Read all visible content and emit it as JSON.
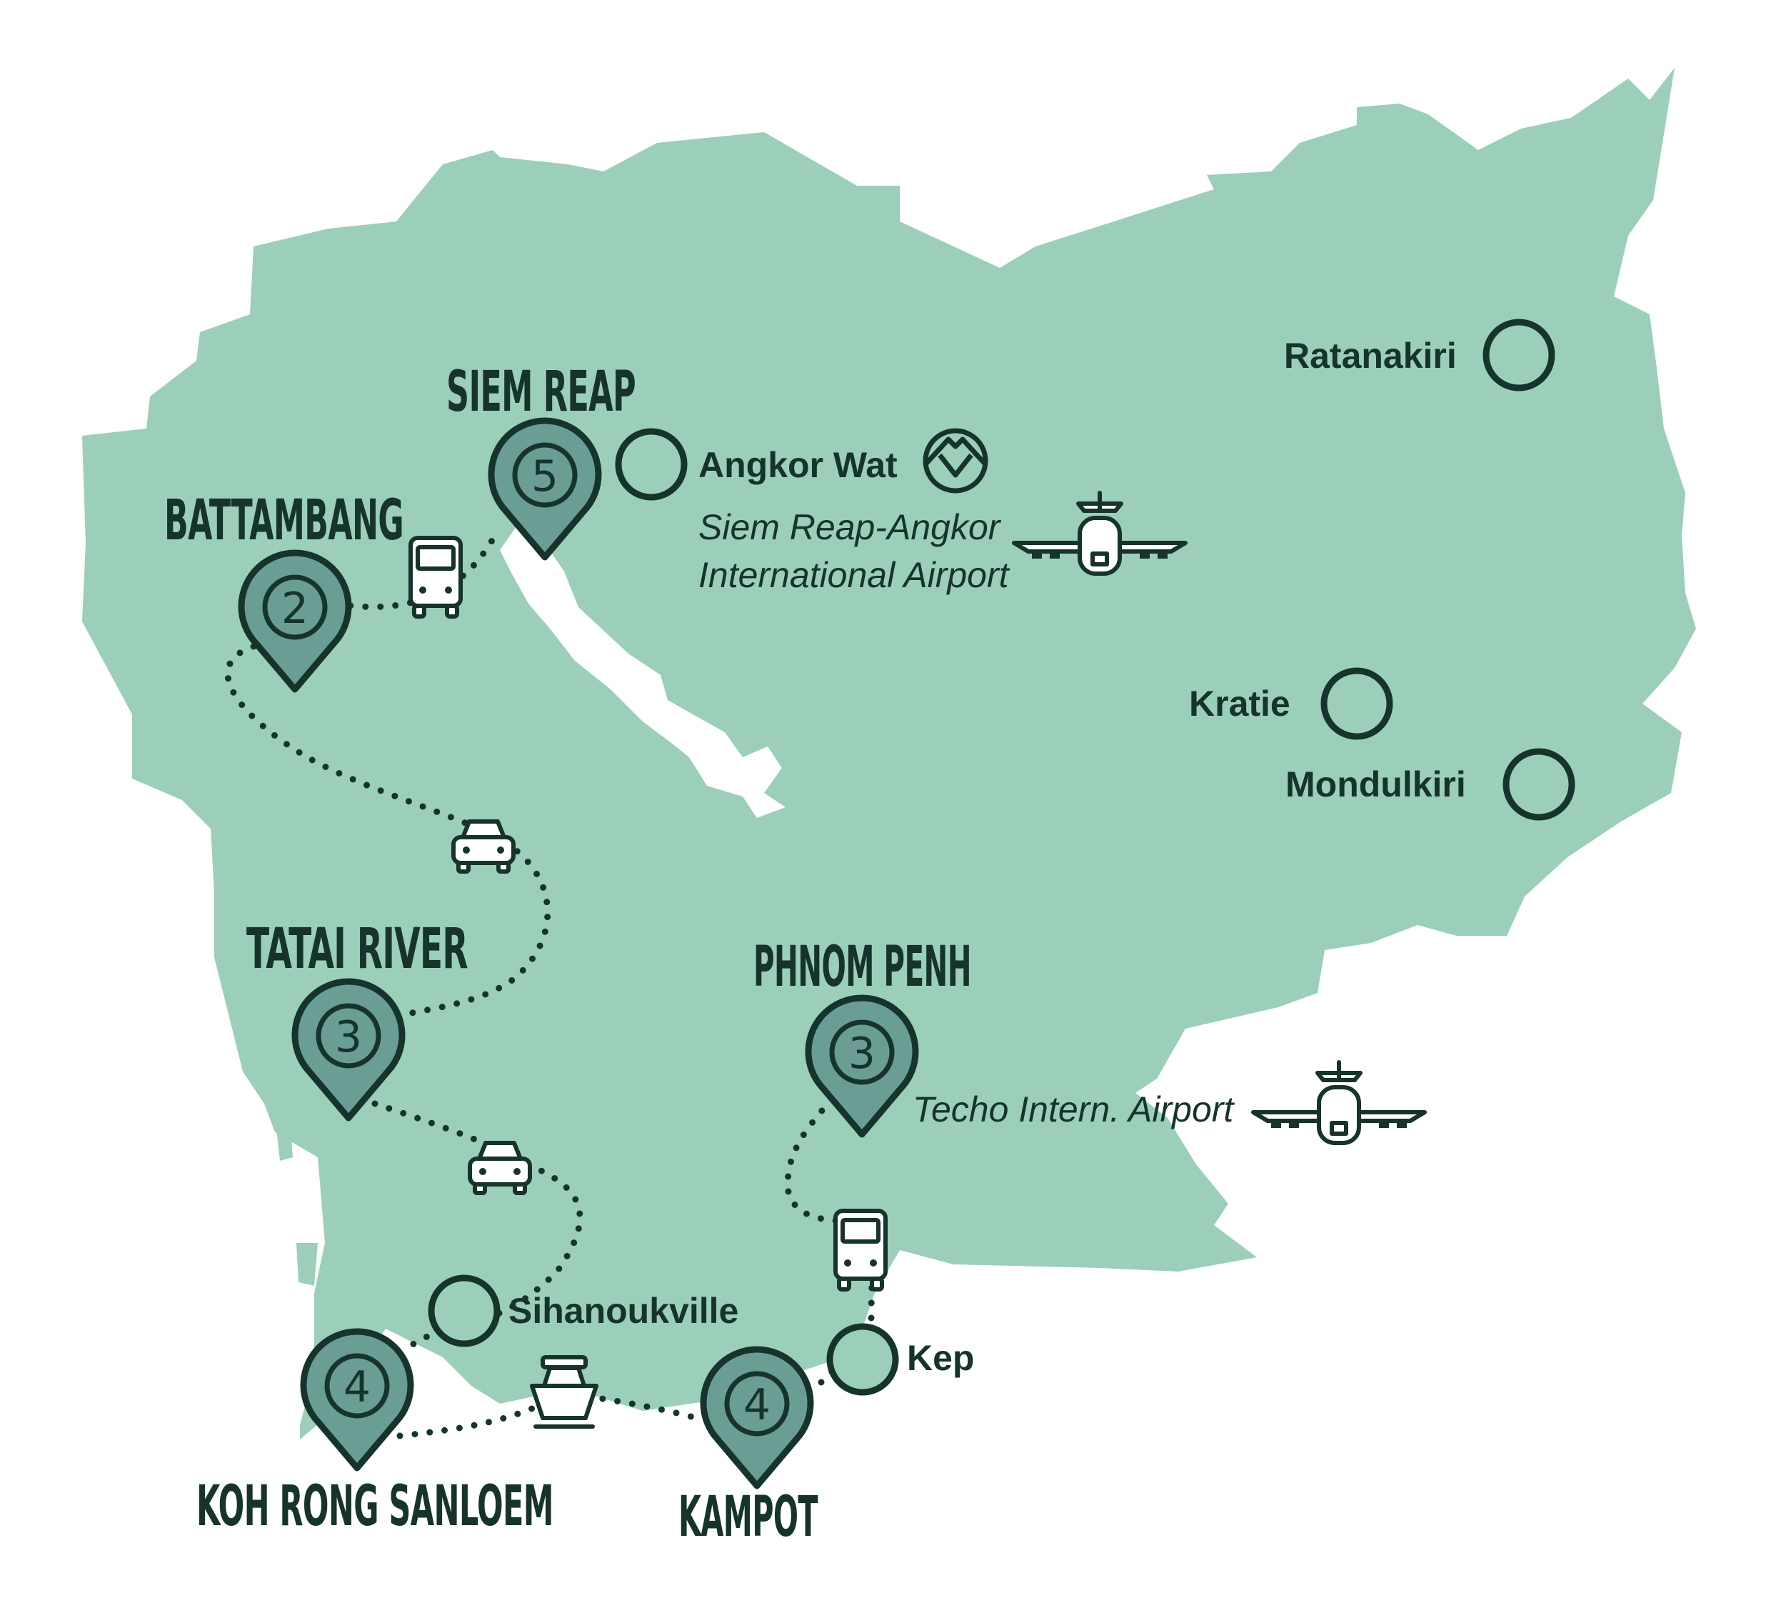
{
  "colors": {
    "land": "#9bcfb9",
    "lake": "#ffffff",
    "pin_fill": "#6a9e94",
    "ink": "#16332c",
    "background": "#ffffff"
  },
  "stops": [
    {
      "id": "siem-reap",
      "name": "SIEM REAP",
      "nights": "5"
    },
    {
      "id": "battambang",
      "name": "BATTAMBANG",
      "nights": "2"
    },
    {
      "id": "tatai-river",
      "name": "TATAI RIVER",
      "nights": "3"
    },
    {
      "id": "phnom-penh",
      "name": "PHNOM PENH",
      "nights": "3"
    },
    {
      "id": "koh-rong-sanloem",
      "name": "KOH RONG SANLOEM",
      "nights": "4"
    },
    {
      "id": "kampot",
      "name": "KAMPOT",
      "nights": "4"
    }
  ],
  "places": {
    "angkor_wat": "Angkor Wat",
    "ratanakiri": "Ratanakiri",
    "kratie": "Kratie",
    "mondulkiri": "Mondulkiri",
    "sihanoukville": "Sihanoukville",
    "kep": "Kep"
  },
  "airports": {
    "siem_reap_line1": "Siem Reap-Angkor",
    "siem_reap_line2": "International Airport",
    "techo": "Techo Intern. Airport"
  },
  "icons": {
    "heritage": "unesco-heritage-icon",
    "airplane": "airplane-icon",
    "bus": "bus-icon",
    "car": "car-icon",
    "boat": "boat-icon"
  }
}
